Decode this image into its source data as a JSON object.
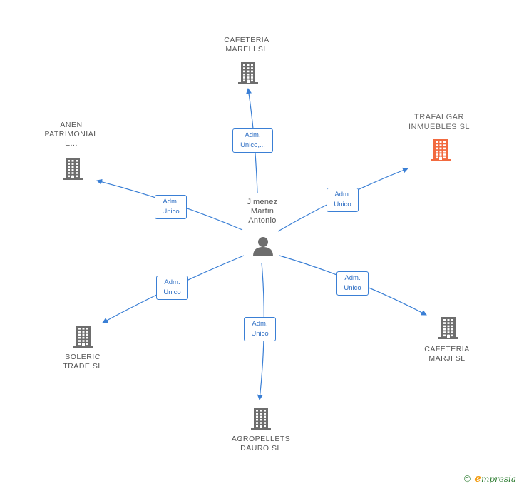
{
  "colors": {
    "edge": "#3a7fd5",
    "building": "#6d6d6d",
    "building_highlight": "#f26a3f",
    "person": "#6d6d6d",
    "label_text": "#555555"
  },
  "person": {
    "name": "Jimenez\nMartin\nAntonio",
    "icon": "person-icon"
  },
  "companies": [
    {
      "id": "cafeteria-mareli",
      "name": "CAFETERIA\nMARELI SL",
      "icon": "building-icon",
      "highlight": false
    },
    {
      "id": "trafalgar",
      "name": "TRAFALGAR\nINMUEBLES SL",
      "icon": "building-icon",
      "highlight": true
    },
    {
      "id": "anen",
      "name": "ANEN\nPATRIMONIAL\nE...",
      "icon": "building-icon",
      "highlight": false
    },
    {
      "id": "soleric",
      "name": "SOLERIC\nTRADE SL",
      "icon": "building-icon",
      "highlight": false
    },
    {
      "id": "agropellets",
      "name": "AGROPELLETS\nDAURO SL",
      "icon": "building-icon",
      "highlight": false
    },
    {
      "id": "cafeteria-marji",
      "name": "CAFETERIA\nMARJI SL",
      "icon": "building-icon",
      "highlight": false
    }
  ],
  "edges": [
    {
      "target": "cafeteria-mareli",
      "label": "Adm.\nUnico,..."
    },
    {
      "target": "trafalgar",
      "label": "Adm.\nUnico"
    },
    {
      "target": "anen",
      "label": "Adm.\nUnico"
    },
    {
      "target": "soleric",
      "label": "Adm.\nUnico"
    },
    {
      "target": "agropellets",
      "label": "Adm.\nUnico"
    },
    {
      "target": "cafeteria-marji",
      "label": "Adm.\nUnico"
    }
  ],
  "watermark": {
    "copyright": "©",
    "brand_initial": "e",
    "brand_rest": "mpresia"
  }
}
